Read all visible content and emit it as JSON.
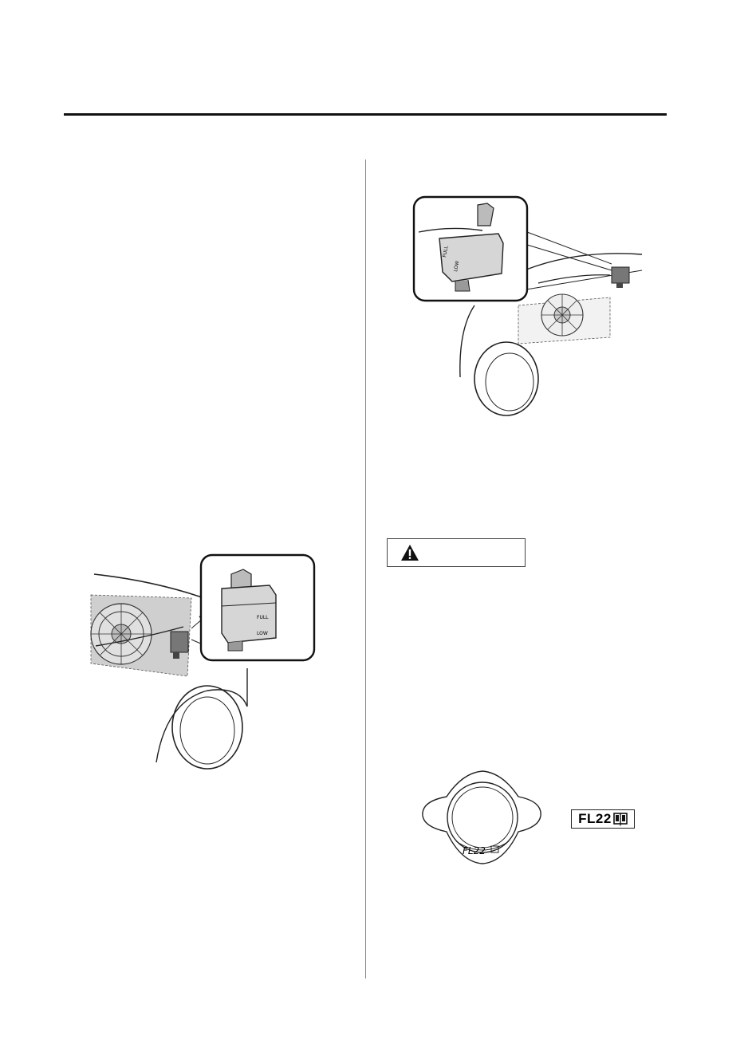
{
  "cap_marking": "FL22",
  "fl22_label": "FL22",
  "reservoir_level_full": "FULL",
  "reservoir_level_low": "LOW",
  "icons": {
    "warning": "warning-triangle-icon",
    "manual": "manual-book-icon"
  }
}
